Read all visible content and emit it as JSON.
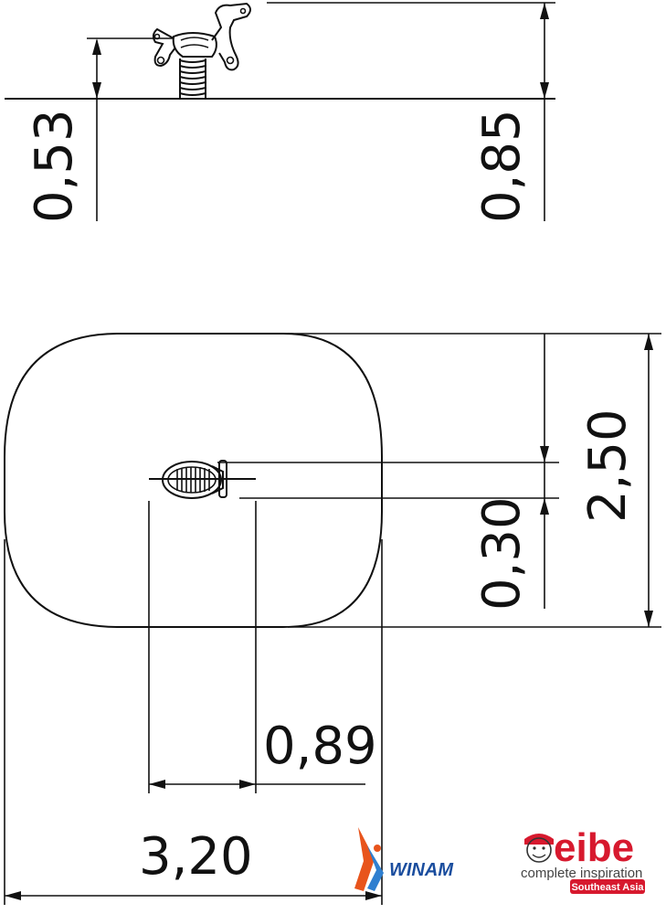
{
  "dimensions": {
    "height_seat": "0,53",
    "height_total": "0,85",
    "width_area": "2,50",
    "width_equipment": "0,30",
    "length_equipment": "0,89",
    "length_area": "3,20"
  },
  "logos": {
    "winam": {
      "text": "WINAM",
      "color": "#1a4d9e",
      "accent": "#e8541c"
    },
    "eibe": {
      "brand": "eibe",
      "tagline": "complete inspiration",
      "region": "Southeast Asia",
      "brand_color": "#d7192e",
      "text_color": "#444444"
    }
  }
}
